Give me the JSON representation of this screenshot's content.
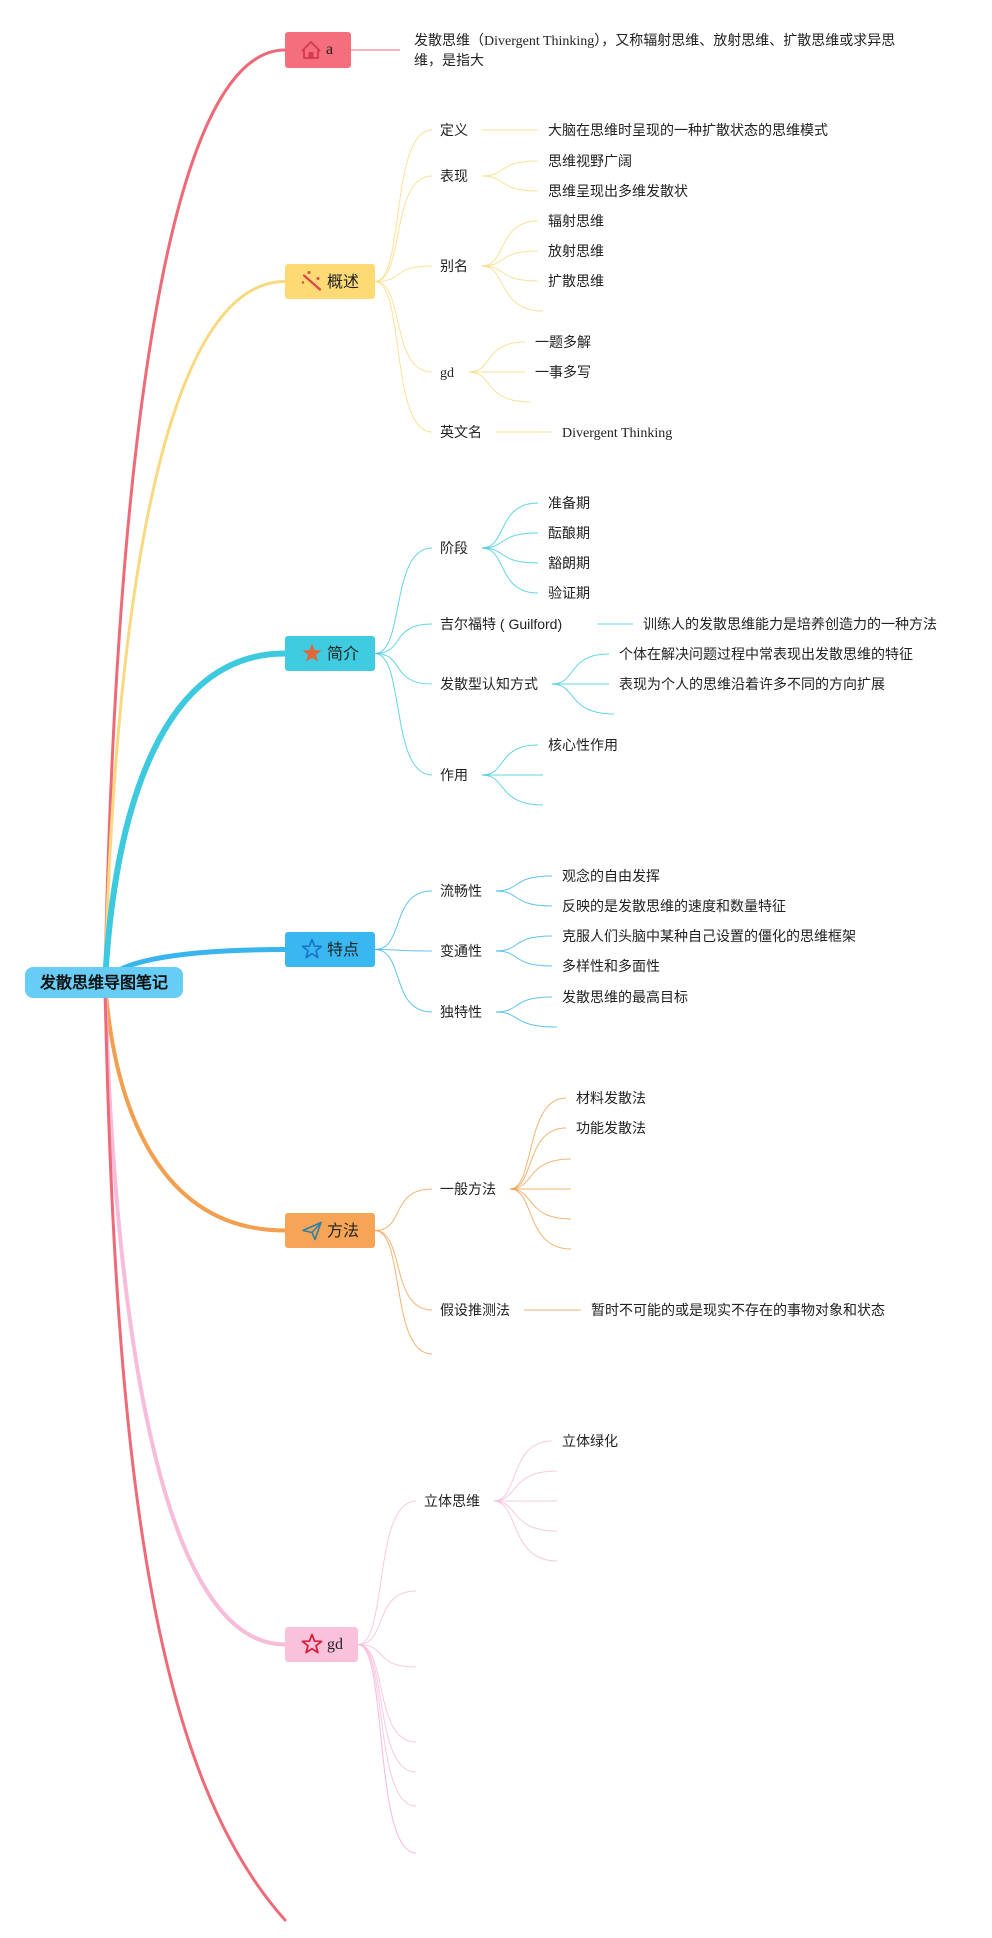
{
  "root": {
    "label": "发散思维导图笔记",
    "color": "#67CDF5"
  },
  "branches": [
    {
      "id": "a",
      "label": "a",
      "icon": "home-icon",
      "color": "#F46E7E",
      "edge": "#EE6A78",
      "children": [
        {
          "label": "发散思维（Divergent Thinking），又称辐射思维、放射思维、扩散思维或求异思\n维，是指大"
        }
      ]
    },
    {
      "id": "overview",
      "label": "概述",
      "icon": "magic-wand-icon",
      "color": "#FDDA74",
      "edge": "#F9D980",
      "children": [
        {
          "label": "定义",
          "children": [
            {
              "label": "大脑在思维时呈现的一种扩散状态的思维模式"
            }
          ]
        },
        {
          "label": "表现",
          "children": [
            {
              "label": "思维视野广阔"
            },
            {
              "label": "思维呈现出多维发散状"
            }
          ]
        },
        {
          "label": "别名",
          "children": [
            {
              "label": "辐射思维"
            },
            {
              "label": "放射思维"
            },
            {
              "label": "扩散思维"
            },
            {
              "label": ""
            }
          ]
        },
        {
          "label": "gd",
          "children": [
            {
              "label": "一题多解"
            },
            {
              "label": "一事多写"
            },
            {
              "label": ""
            }
          ]
        },
        {
          "label": "英文名",
          "children": [
            {
              "label": "Divergent Thinking"
            }
          ]
        }
      ]
    },
    {
      "id": "intro",
      "label": "简介",
      "icon": "star-filled-icon",
      "color": "#3FCBE0",
      "edge": "#3DC9DE",
      "children": [
        {
          "label": "阶段",
          "children": [
            {
              "label": "准备期"
            },
            {
              "label": "酝酿期"
            },
            {
              "label": "豁朗期"
            },
            {
              "label": "验证期"
            }
          ]
        },
        {
          "label": "吉尔福特 ( Guilford)",
          "children": [
            {
              "label": "训练人的发散思维能力是培养创造力的一种方法"
            }
          ]
        },
        {
          "label": "发散型认知方式",
          "children": [
            {
              "label": "个体在解决问题过程中常表现出发散思维的特征"
            },
            {
              "label": "表现为个人的思维沿着许多不同的方向扩展"
            },
            {
              "label": ""
            }
          ]
        },
        {
          "label": "作用",
          "children": [
            {
              "label": "核心性作用"
            },
            {
              "label": ""
            },
            {
              "label": ""
            }
          ]
        }
      ]
    },
    {
      "id": "features",
      "label": "特点",
      "icon": "star-outline-icon",
      "color": "#38B7F0",
      "edge": "#38B5EC",
      "children": [
        {
          "label": "流畅性",
          "children": [
            {
              "label": "观念的自由发挥"
            },
            {
              "label": "反映的是发散思维的速度和数量特征"
            }
          ]
        },
        {
          "label": "变通性",
          "children": [
            {
              "label": "克服人们头脑中某种自己设置的僵化的思维框架"
            },
            {
              "label": "多样性和多面性"
            }
          ]
        },
        {
          "label": "独特性",
          "children": [
            {
              "label": "发散思维的最高目标"
            },
            {
              "label": ""
            }
          ]
        }
      ]
    },
    {
      "id": "methods",
      "label": "方法",
      "icon": "paper-plane-icon",
      "color": "#F6A455",
      "edge": "#F2A050",
      "children": [
        {
          "label": "一般方法",
          "children": [
            {
              "label": "材料发散法"
            },
            {
              "label": "功能发散法"
            },
            {
              "label": ""
            },
            {
              "label": ""
            },
            {
              "label": ""
            },
            {
              "label": ""
            }
          ]
        },
        {
          "label": "假设推测法",
          "children": [
            {
              "label": "暂时不可能的或是现实不存在的事物对象和状态"
            }
          ]
        },
        {
          "label": ""
        }
      ]
    },
    {
      "id": "gd",
      "label": "gd",
      "icon": "star-outline-red-icon",
      "color": "#FAC1DD",
      "edge": "#F8BCDB",
      "children": [
        {
          "label": "立体思维",
          "children": [
            {
              "label": "立体绿化"
            },
            {
              "label": ""
            },
            {
              "label": ""
            },
            {
              "label": ""
            },
            {
              "label": ""
            }
          ]
        },
        {
          "label": ""
        },
        {
          "label": ""
        },
        {
          "label": ""
        },
        {
          "label": ""
        },
        {
          "label": ""
        },
        {
          "label": ""
        },
        {
          "label": ""
        }
      ]
    }
  ],
  "tail_edge_color": "#EE6A78"
}
